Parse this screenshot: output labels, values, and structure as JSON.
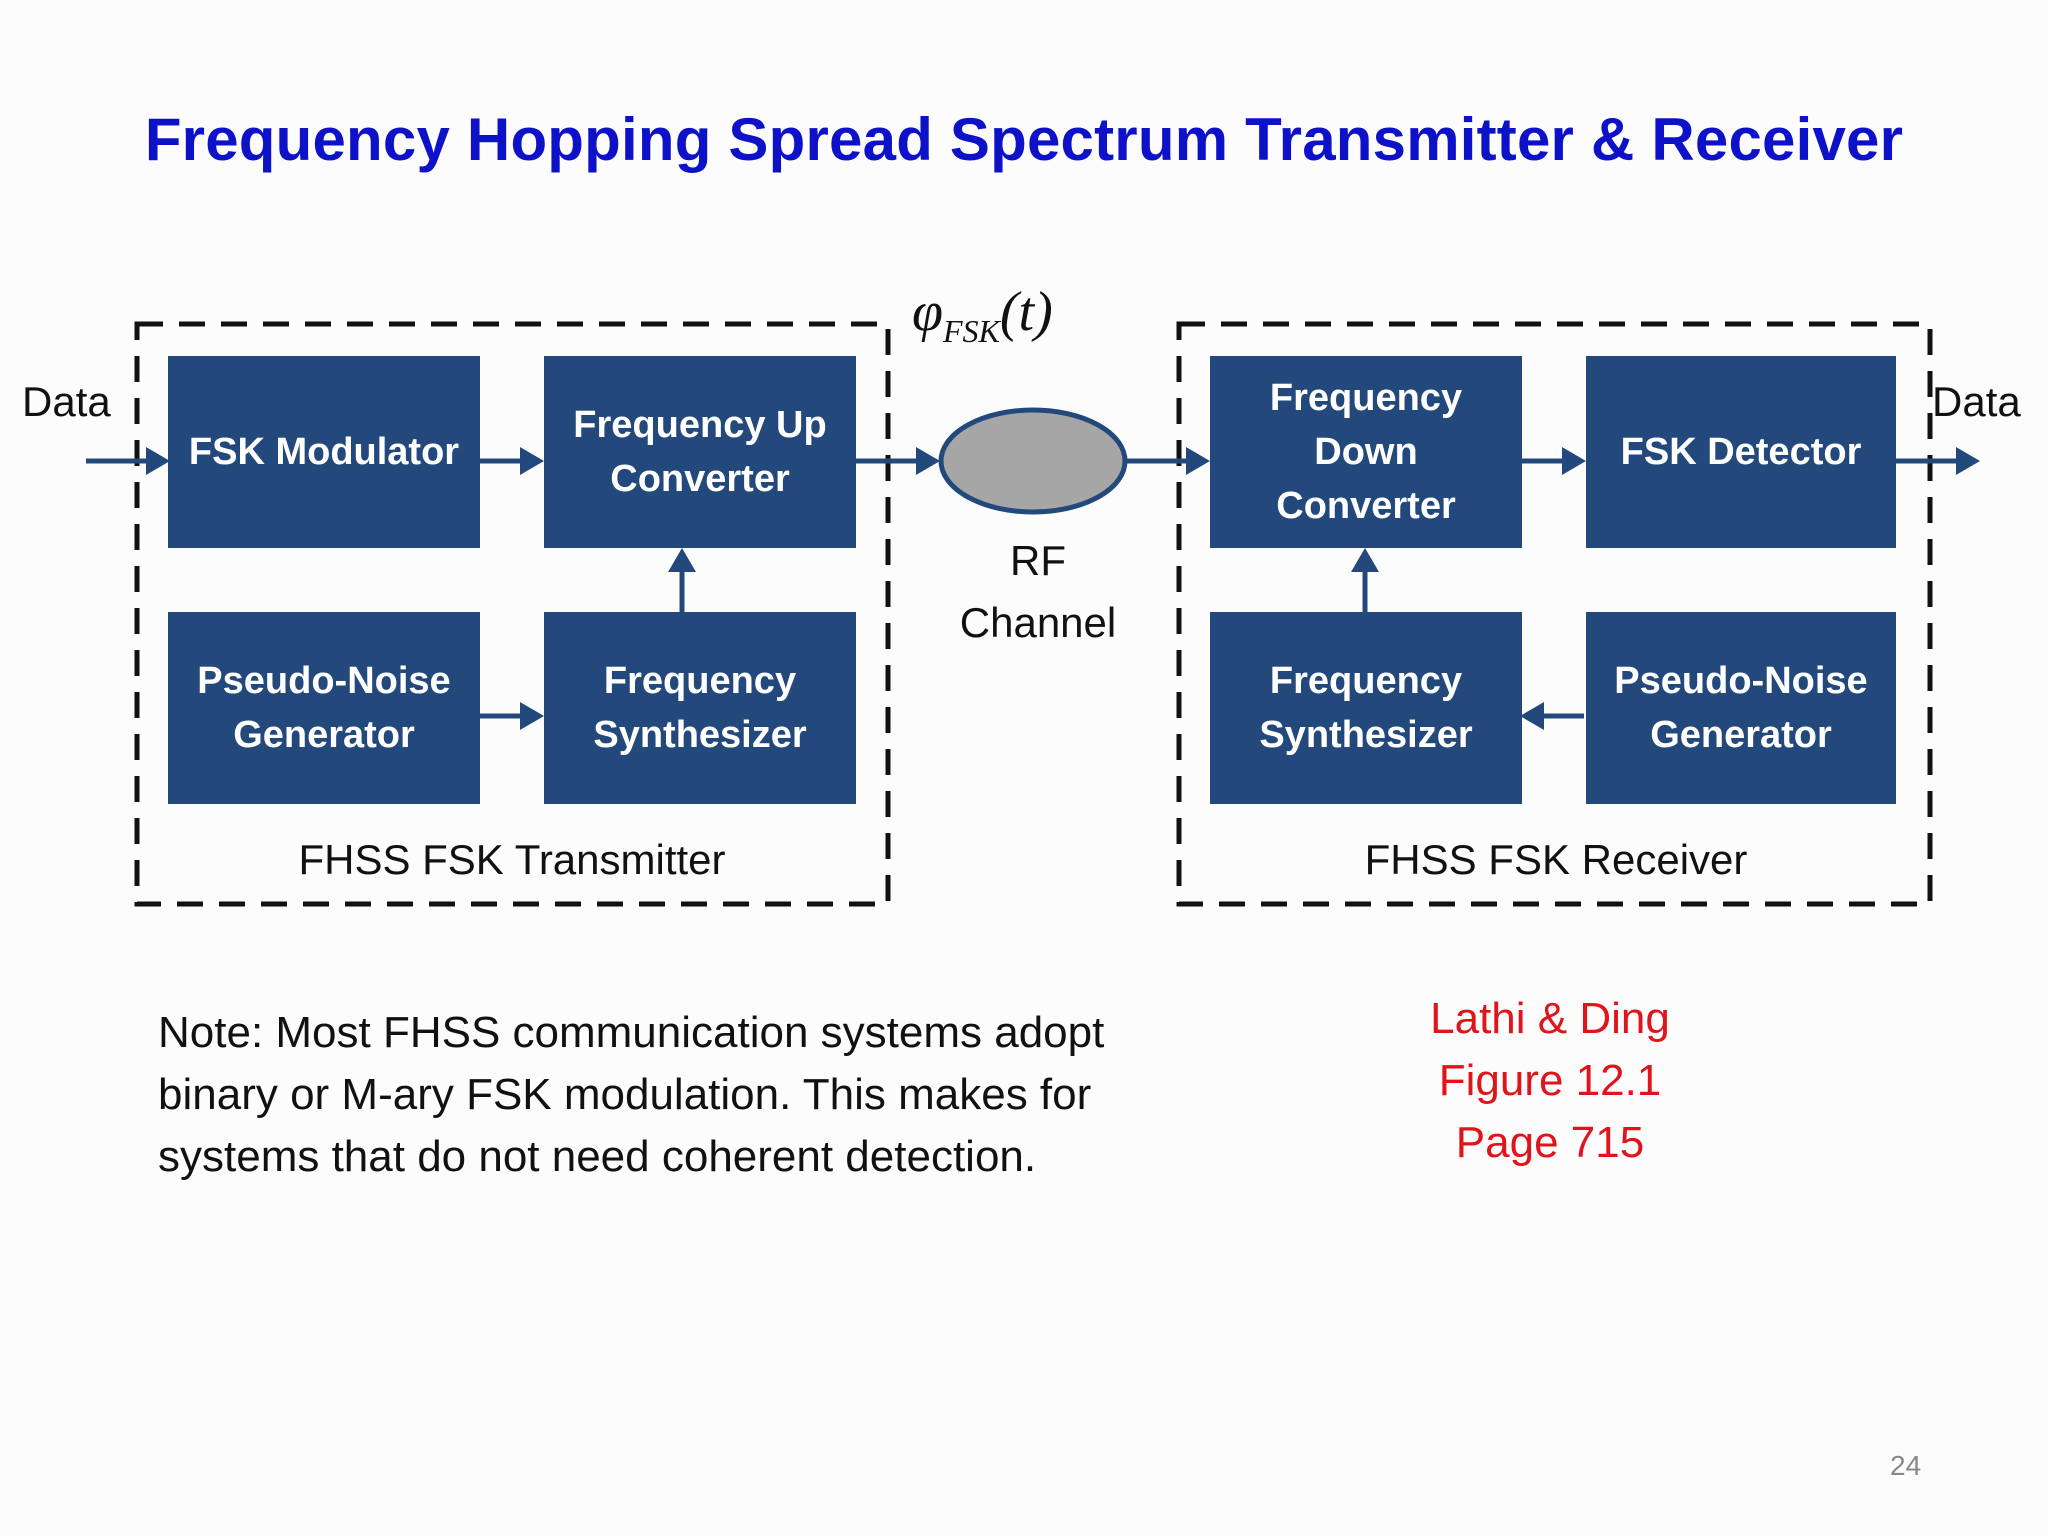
{
  "title": "Frequency Hopping Spread Spectrum Transmitter & Receiver",
  "signal_label": {
    "symbol": "φ",
    "subscript": "FSK",
    "argument": "(t)"
  },
  "data_in_label": "Data",
  "data_out_label": "Data",
  "transmitter": {
    "caption": "FHSS FSK Transmitter",
    "blocks": {
      "fsk_modulator": "FSK Modulator",
      "freq_up_converter": "Frequency Up Converter",
      "pn_generator": "Pseudo-Noise Generator",
      "freq_synthesizer": "Frequency Synthesizer"
    }
  },
  "channel": {
    "line1": "RF",
    "line2": "Channel"
  },
  "receiver": {
    "caption": "FHSS FSK Receiver",
    "blocks": {
      "freq_down_converter": "Frequency Down Converter",
      "fsk_detector": "FSK Detector",
      "freq_synthesizer": "Frequency Synthesizer",
      "pn_generator": "Pseudo-Noise Generator"
    }
  },
  "note": "Note: Most FHSS communication systems adopt binary or M-ary FSK modulation.  This makes for systems that do not need coherent detection.",
  "reference": {
    "line1": "Lathi & Ding",
    "line2": "Figure 12.1",
    "line3": "Page 715"
  },
  "page_number": "24",
  "colors": {
    "title": "#0d12c8",
    "block_fill": "#23497c",
    "arrow": "#23497c",
    "reference_text": "#e0141b",
    "channel_fill": "#a6a6a6"
  }
}
